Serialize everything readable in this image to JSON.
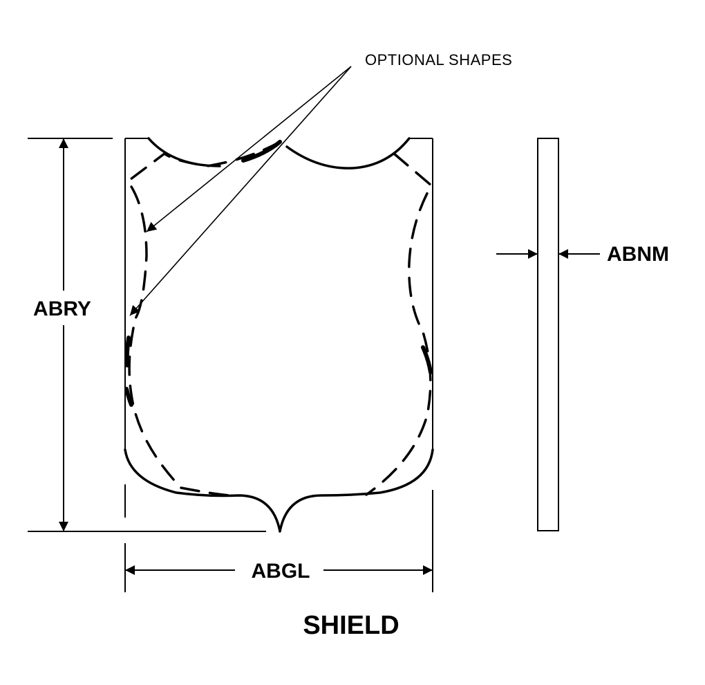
{
  "labels": {
    "callout": "OPTIONAL SHAPES",
    "height_dim": "ABRY",
    "width_dim": "ABGL",
    "thickness_dim": "ABNM",
    "title": "SHIELD"
  },
  "colors": {
    "line": "#000000",
    "background": "#ffffff"
  }
}
